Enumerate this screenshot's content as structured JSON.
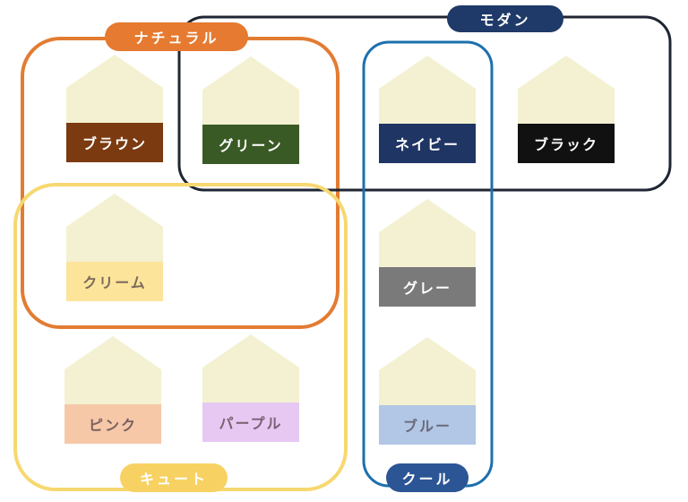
{
  "groups": [
    {
      "id": "natural",
      "label": "ナチュラル",
      "color": "#E27C33",
      "pill": "#E57A30"
    },
    {
      "id": "modern",
      "label": "モダン",
      "color": "#1F2633",
      "pill": "#1F3A68"
    },
    {
      "id": "cool",
      "label": "クール",
      "color": "#1C70AE",
      "pill": "#2B5595"
    },
    {
      "id": "cute",
      "label": "キュート",
      "color": "#F7D870",
      "pill": "#F7D262"
    }
  ],
  "houses": [
    {
      "label": "ブラウン",
      "color": "#7B3A10",
      "text": "#ffffff"
    },
    {
      "label": "グリーン",
      "color": "#3A5A25",
      "text": "#ffffff"
    },
    {
      "label": "ネイビー",
      "color": "#1F3564",
      "text": "#ffffff"
    },
    {
      "label": "ブラック",
      "color": "#111111",
      "text": "#ffffff"
    },
    {
      "label": "クリーム",
      "color": "#FCE49A",
      "text": "#7a6a5a"
    },
    {
      "label": "グレー",
      "color": "#7A7A7A",
      "text": "#ffffff"
    },
    {
      "label": "ピンク",
      "color": "#F6C8A8",
      "text": "#7a6060"
    },
    {
      "label": "パープル",
      "color": "#E6C8F3",
      "text": "#7a6070"
    },
    {
      "label": "ブルー",
      "color": "#B2C6E6",
      "text": "#6a6a7a"
    }
  ],
  "house_body_color": "#F3F1D2"
}
